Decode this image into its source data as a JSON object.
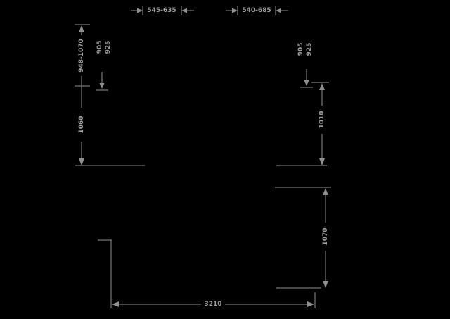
{
  "diagram": {
    "background": "#000000",
    "line_color": "#8f8f8f",
    "text_color": "#9c9c9c",
    "labels": {
      "top_left_width": "545-635",
      "top_right_width": "540-685",
      "left_height_range": "948-1070",
      "left_height": "1060",
      "left_small_upper": "905",
      "left_small_lower": "925",
      "right_small_upper": "905",
      "right_small_lower": "925",
      "right_height_upper": "1010",
      "right_height_lower": "1070",
      "overall_length": "3210"
    }
  }
}
